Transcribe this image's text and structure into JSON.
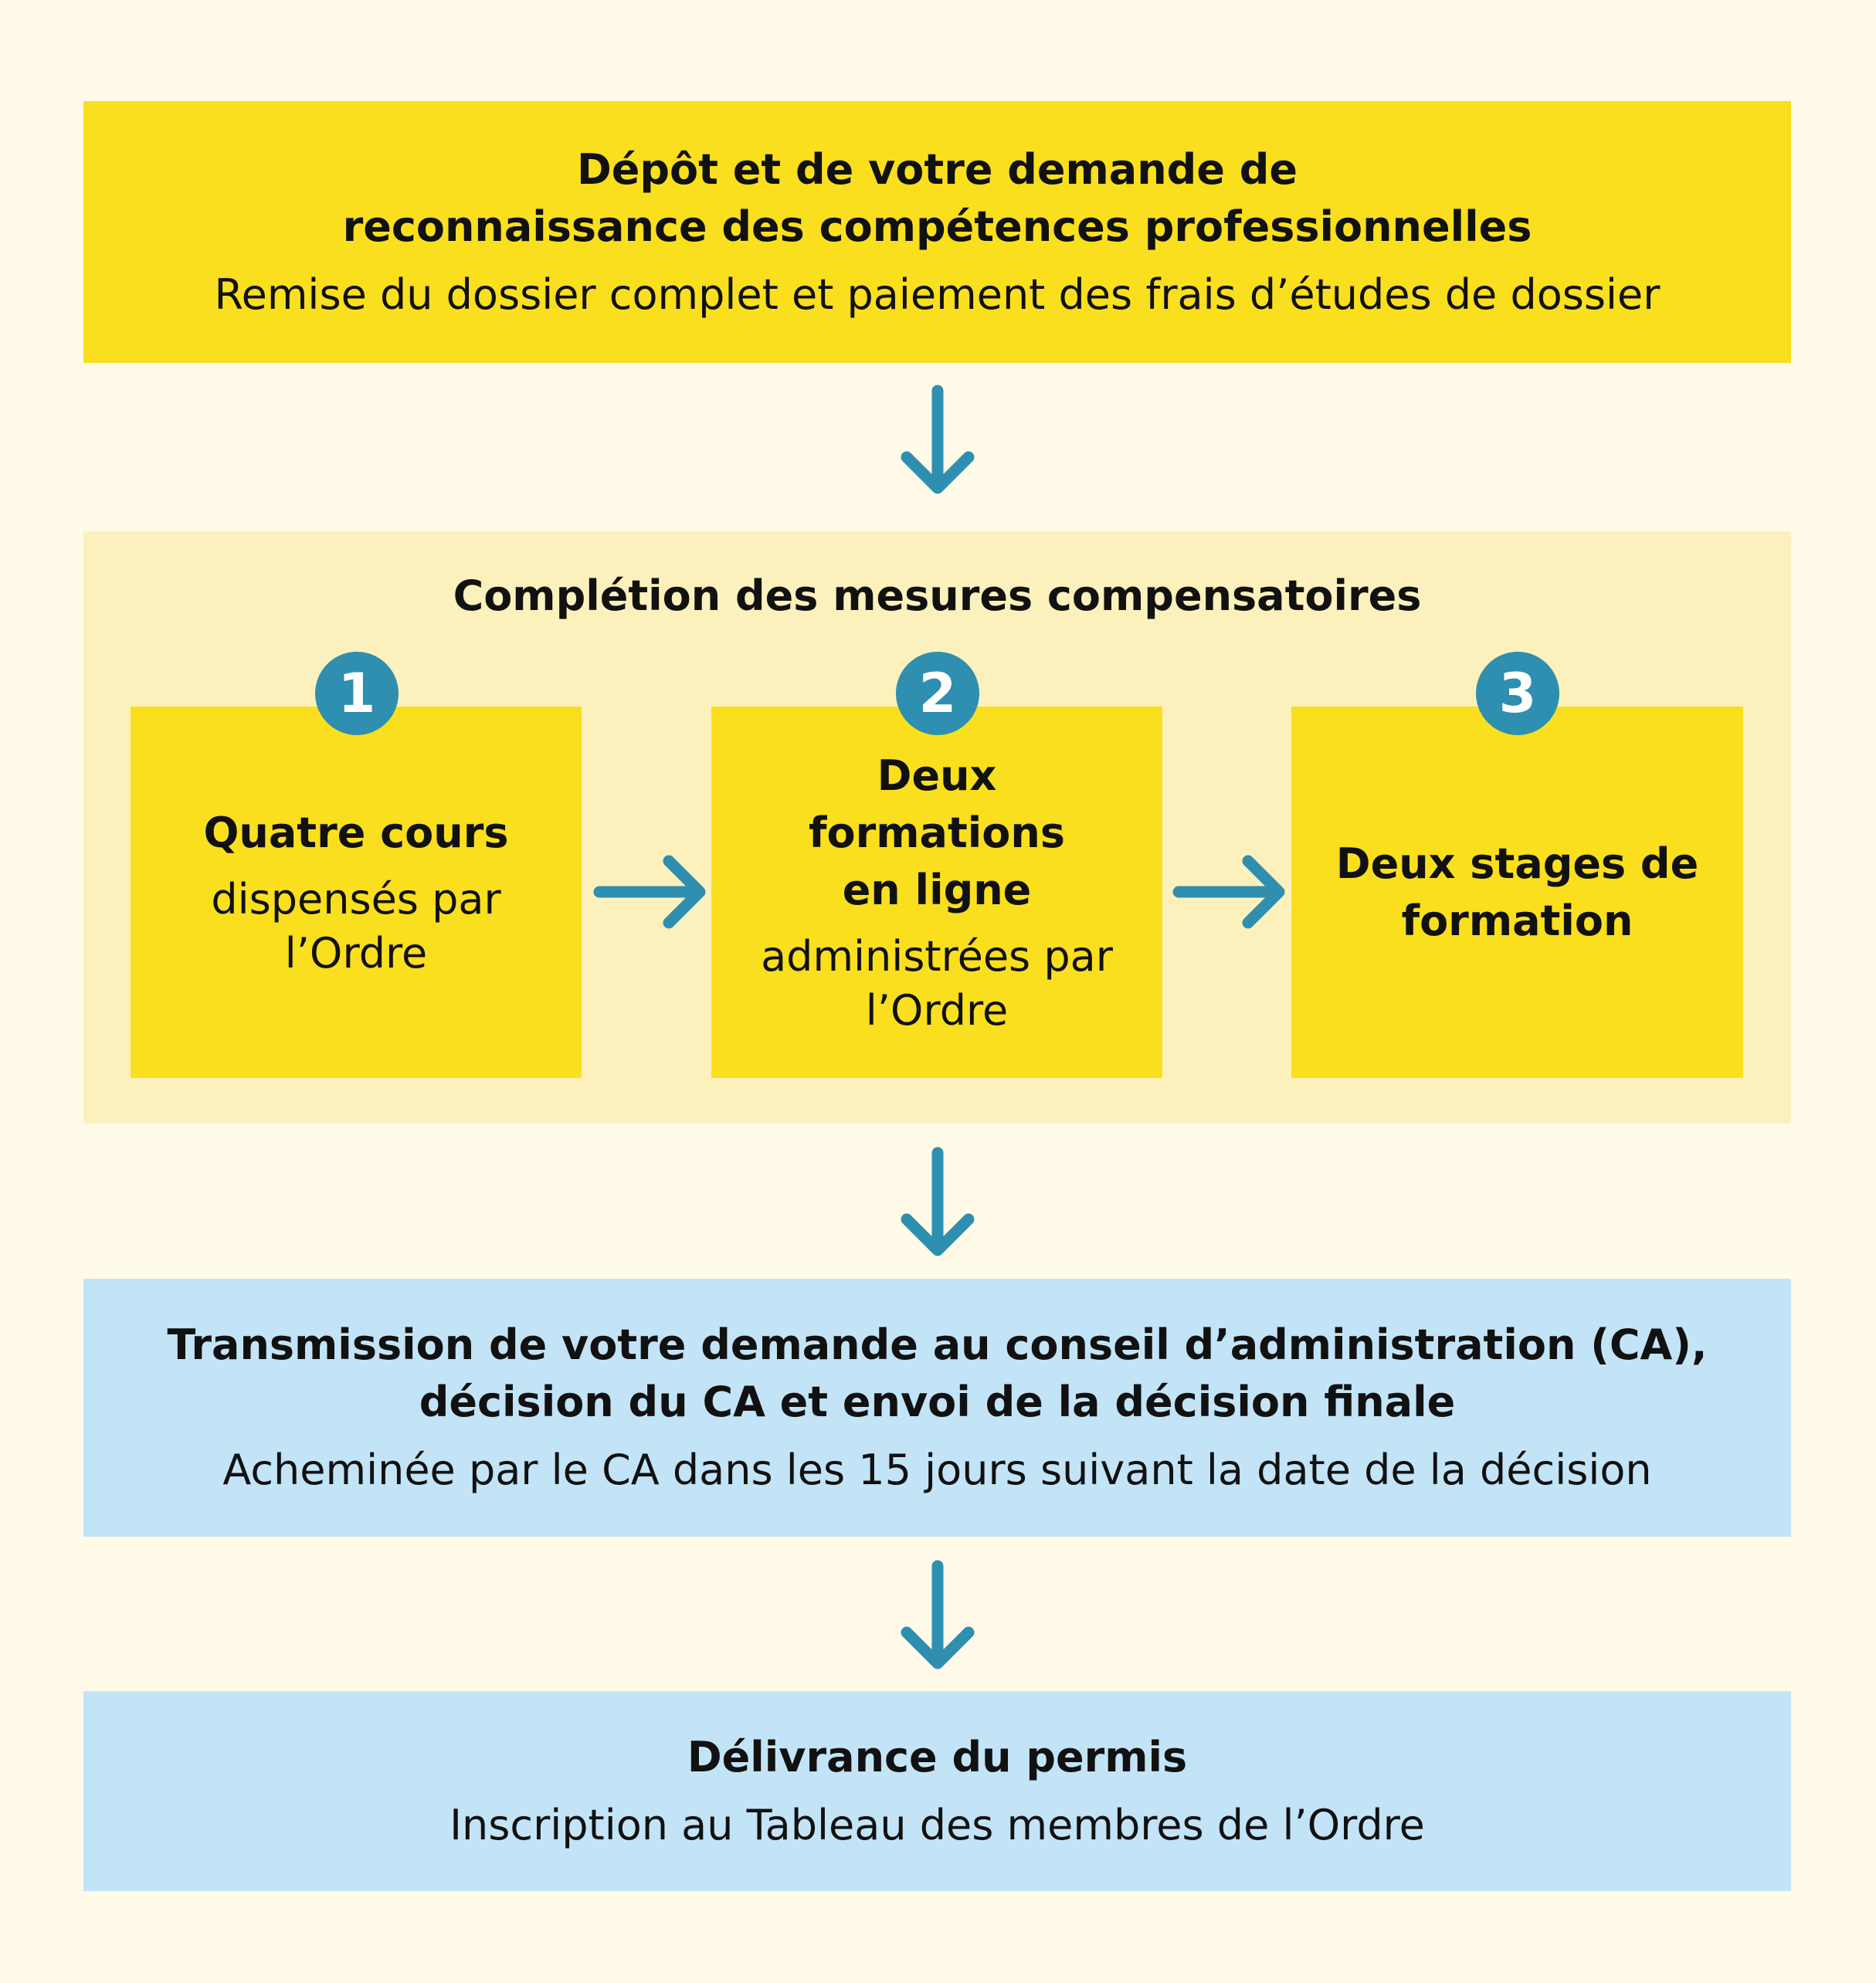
{
  "step1": {
    "title_line1": "Dépôt et de votre demande de",
    "title_line2": "reconnaissance des compétences professionnelles",
    "subtitle": "Remise du dossier complet et paiement des frais d’études de dossier"
  },
  "step2": {
    "title": "Complétion des mesures compensatoires",
    "substeps": [
      {
        "number": "1",
        "title": "Quatre cours",
        "subtitle_line1": "dispensés par",
        "subtitle_line2": "l’Ordre"
      },
      {
        "number": "2",
        "title_line1": "Deux",
        "title_line2": "formations",
        "title_line3": "en ligne",
        "subtitle_line1": "administrées par",
        "subtitle_line2": "l’Ordre"
      },
      {
        "number": "3",
        "title_line1": "Deux stages de",
        "title_line2": "formation"
      }
    ]
  },
  "step3": {
    "title_line1": "Transmission de votre demande au conseil d’administration (CA),",
    "title_line2": "décision du CA et envoi de la décision finale",
    "subtitle": "Acheminée par le CA dans les 15 jours suivant la date de la décision"
  },
  "step4": {
    "title": "Délivrance du permis",
    "subtitle": "Inscription au Tableau des membres de l’Ordre"
  },
  "colors": {
    "yellow": "#f9df1e",
    "panel": "#fcf1bc",
    "blue": "#c3e4f7",
    "accent": "#2e8fb0",
    "background": "#fffbe8"
  }
}
